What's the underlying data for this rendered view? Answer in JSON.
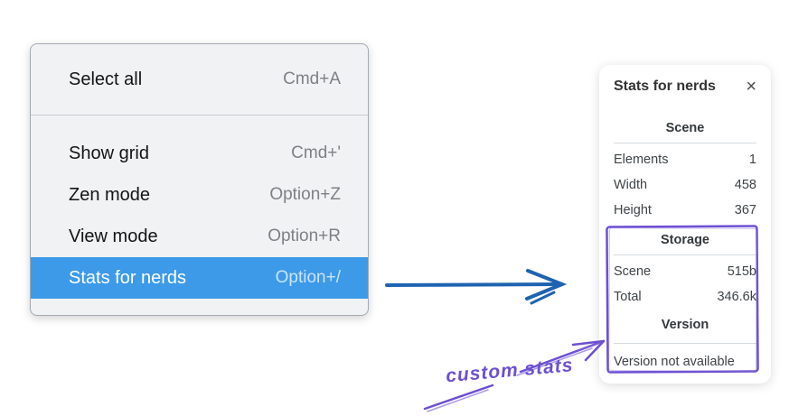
{
  "menu": {
    "items": [
      {
        "label": "Select all",
        "shortcut": "Cmd+A"
      },
      {
        "label": "Show grid",
        "shortcut": "Cmd+'"
      },
      {
        "label": "Zen mode",
        "shortcut": "Option+Z"
      },
      {
        "label": "View mode",
        "shortcut": "Option+R"
      },
      {
        "label": "Stats for nerds",
        "shortcut": "Option+/",
        "selected": true
      }
    ]
  },
  "panel": {
    "title": "Stats for nerds",
    "close_icon": "×",
    "sections": [
      {
        "heading": "Scene",
        "rows": [
          {
            "label": "Elements",
            "value": "1"
          },
          {
            "label": "Width",
            "value": "458"
          },
          {
            "label": "Height",
            "value": "367"
          }
        ]
      },
      {
        "heading": "Storage",
        "highlighted": true,
        "rows": [
          {
            "label": "Scene",
            "value": "515b"
          },
          {
            "label": "Total",
            "value": "346.6k"
          }
        ]
      },
      {
        "heading": "Version",
        "highlighted": true,
        "note": "Version not available"
      }
    ]
  },
  "annotations": {
    "custom_stats_label": "custom stats"
  },
  "colors": {
    "menu_selection_blue": "#3d9ae8",
    "arrow_blue": "#1f63b0",
    "annotation_purple": "#6d4fd2",
    "annotation_purple_light": "#8a6fe3"
  }
}
